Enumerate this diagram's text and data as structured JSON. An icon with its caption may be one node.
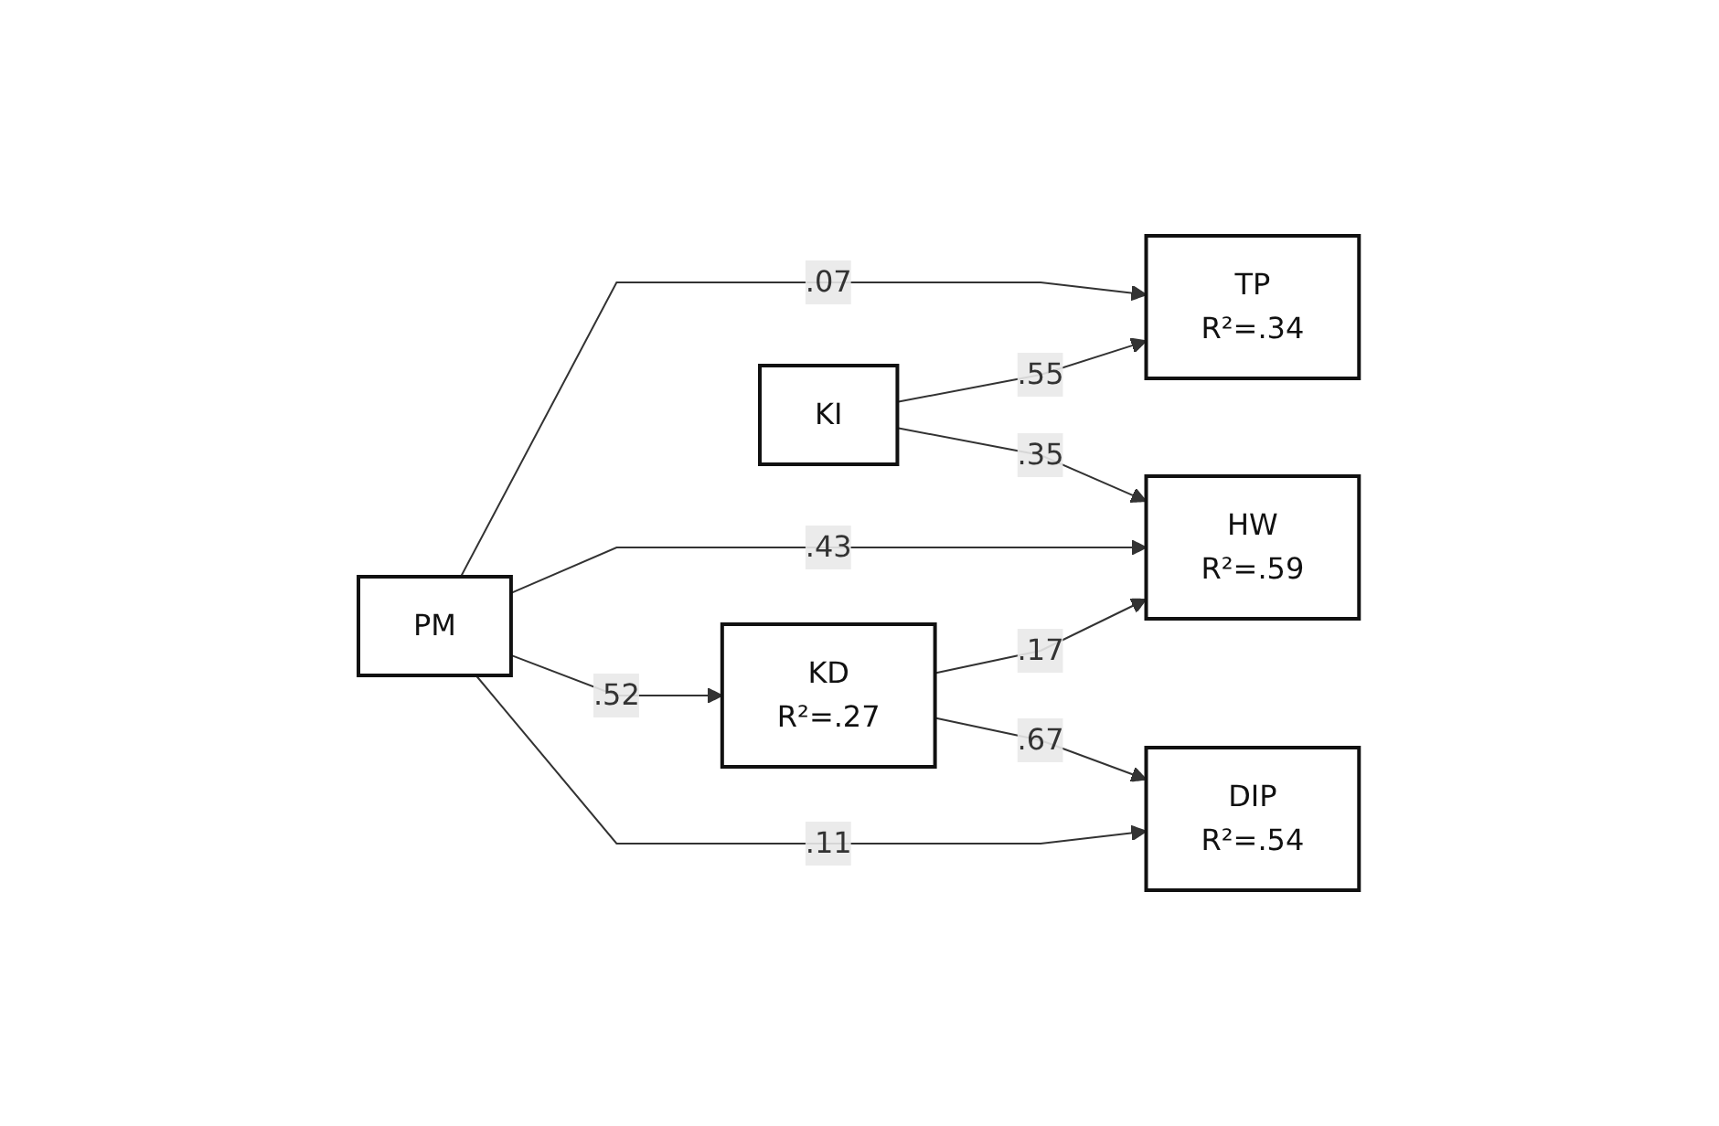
{
  "diagram": {
    "nodes": [
      {
        "text": [
          "TP",
          "R²=.34"
        ]
      },
      {
        "text": [
          "KI"
        ]
      },
      {
        "text": [
          "PM"
        ]
      },
      {
        "text": [
          "HW",
          "R²=.59"
        ]
      },
      {
        "text": [
          "KD",
          "R²=.27"
        ]
      },
      {
        "text": [
          "DIP",
          "R²=.54"
        ]
      }
    ],
    "edges": [
      {
        "from": 2,
        "to": 0,
        "arrow": "to",
        "label": ".07"
      },
      {
        "from": 1,
        "to": 0,
        "arrow": "to",
        "label": ".55"
      },
      {
        "from": 1,
        "to": 3,
        "arrow": "to",
        "label": ".35"
      },
      {
        "from": 2,
        "to": 3,
        "arrow": "to",
        "label": ".43"
      },
      {
        "from": 2,
        "to": 4,
        "arrow": "to",
        "label": ".52"
      },
      {
        "from": 4,
        "to": 3,
        "arrow": "to",
        "label": ".17"
      },
      {
        "from": 4,
        "to": 5,
        "arrow": "to",
        "label": ".67"
      },
      {
        "from": 2,
        "to": 5,
        "arrow": "to",
        "label": ".11"
      }
    ]
  }
}
